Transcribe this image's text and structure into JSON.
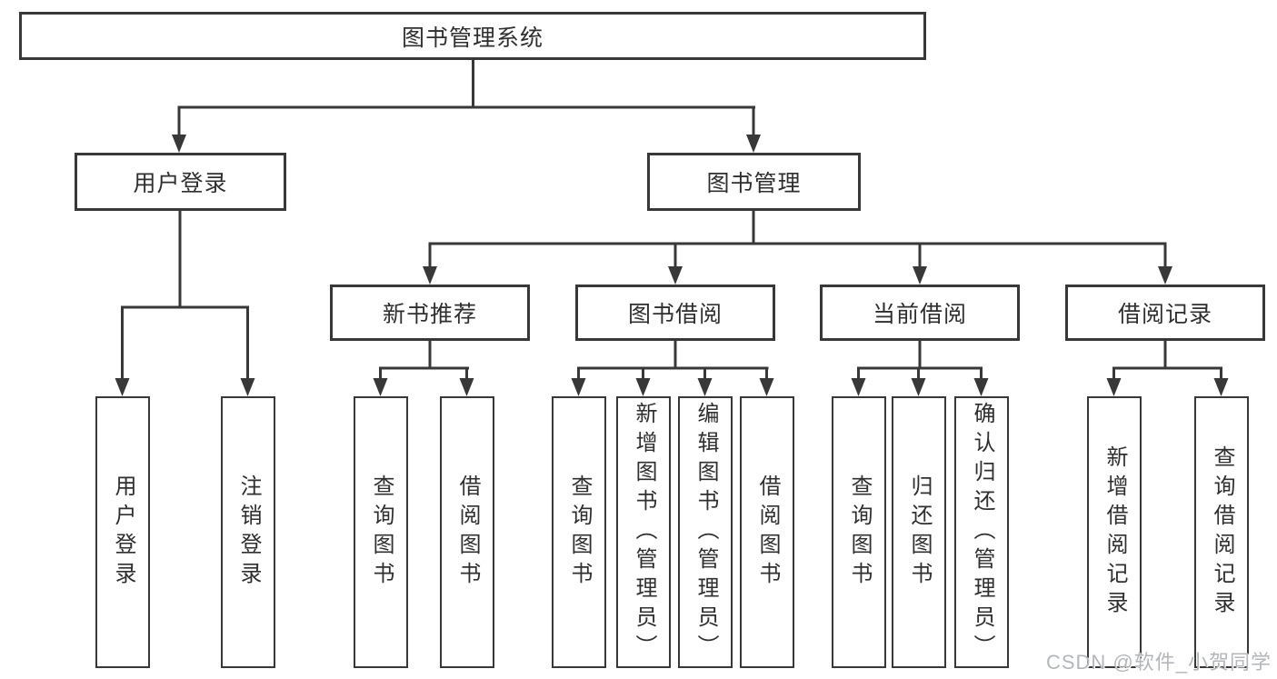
{
  "diagram_type": "hierarchy-tree",
  "colors": {
    "line": "#383838",
    "box_border": "#383838",
    "text": "#2f2f2f",
    "background": "#ffffff",
    "watermark": "#b3b6ba"
  },
  "tree": {
    "root": {
      "label": "图书管理系统",
      "children": [
        {
          "label": "用户登录",
          "children": [
            {
              "label": "用户登录"
            },
            {
              "label": "注销登录"
            }
          ]
        },
        {
          "label": "图书管理",
          "children": [
            {
              "label": "新书推荐",
              "children": [
                {
                  "label": "查询图书"
                },
                {
                  "label": "借阅图书"
                }
              ]
            },
            {
              "label": "图书借阅",
              "children": [
                {
                  "label": "查询图书"
                },
                {
                  "label": "新增图书（管理员）"
                },
                {
                  "label": "编辑图书（管理员）"
                },
                {
                  "label": "借阅图书"
                }
              ]
            },
            {
              "label": "当前借阅",
              "children": [
                {
                  "label": "查询图书"
                },
                {
                  "label": "归还图书"
                },
                {
                  "label": "确认归还（管理员）"
                }
              ]
            },
            {
              "label": "借阅记录",
              "children": [
                {
                  "label": "新增借阅记录"
                },
                {
                  "label": "查询借阅记录"
                }
              ]
            }
          ]
        }
      ]
    }
  },
  "watermark": "CSDN @软件_小贺同学"
}
